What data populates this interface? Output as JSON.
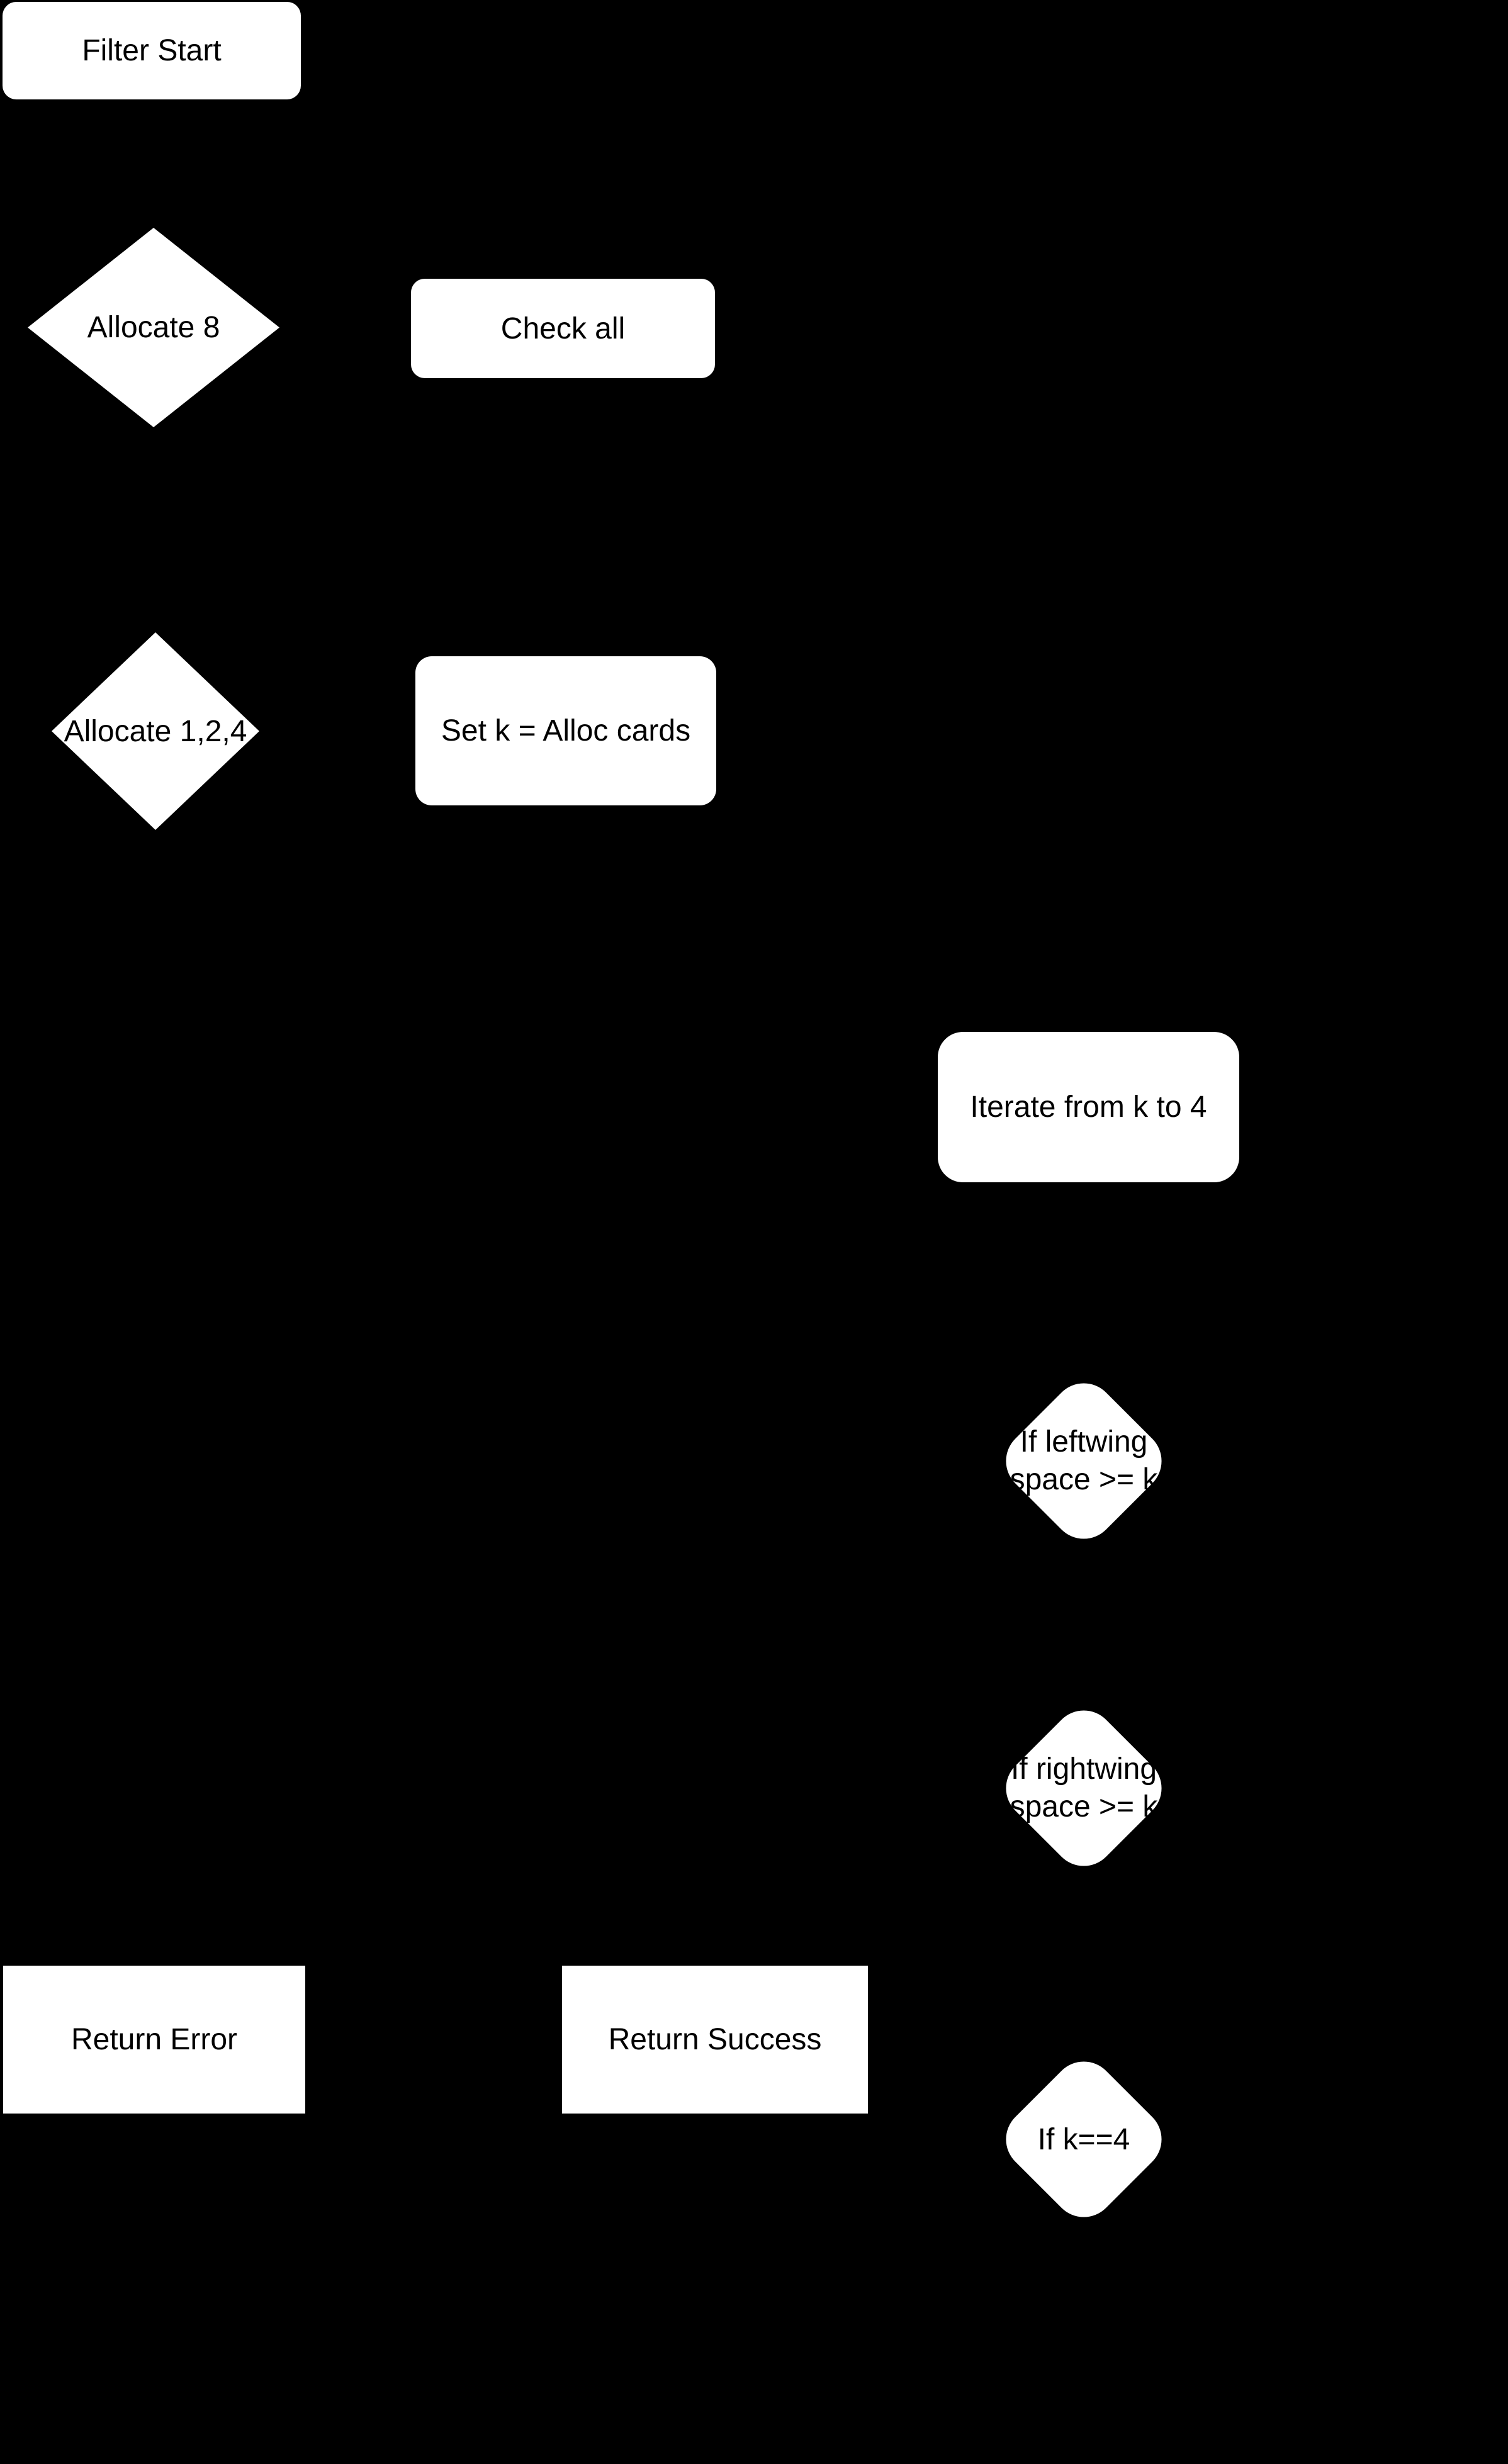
{
  "colors": {
    "background": "#000000",
    "node_fill": "#ffffff",
    "node_text": "#000000"
  },
  "diagram": {
    "type": "flowchart",
    "nodes": [
      {
        "id": "filter-start",
        "shape": "rounded-rect",
        "label": "Filter Start"
      },
      {
        "id": "allocate-8",
        "shape": "diamond",
        "label": "Allocate 8"
      },
      {
        "id": "check-all",
        "shape": "rounded-rect",
        "label": "Check all"
      },
      {
        "id": "allocate-1-2-4",
        "shape": "diamond",
        "label": "Allocate 1,2,4"
      },
      {
        "id": "set-k",
        "shape": "rounded-rect",
        "label": "Set k = Alloc cards"
      },
      {
        "id": "iterate-k-to-4",
        "shape": "rounded-rect",
        "label": "Iterate from k to 4"
      },
      {
        "id": "if-leftwing",
        "shape": "rounded-diamond",
        "label": "If leftwing space >= k",
        "lines": [
          "If leftwing",
          "space >= k"
        ]
      },
      {
        "id": "if-rightwing",
        "shape": "rounded-diamond",
        "label": "If rightwing space >= k",
        "lines": [
          "If rightwing",
          "space >= k"
        ]
      },
      {
        "id": "return-error",
        "shape": "rect",
        "label": "Return Error"
      },
      {
        "id": "return-success",
        "shape": "rect",
        "label": "Return Success"
      },
      {
        "id": "if-k-equals-4",
        "shape": "rounded-diamond",
        "label": "If k==4"
      }
    ]
  }
}
